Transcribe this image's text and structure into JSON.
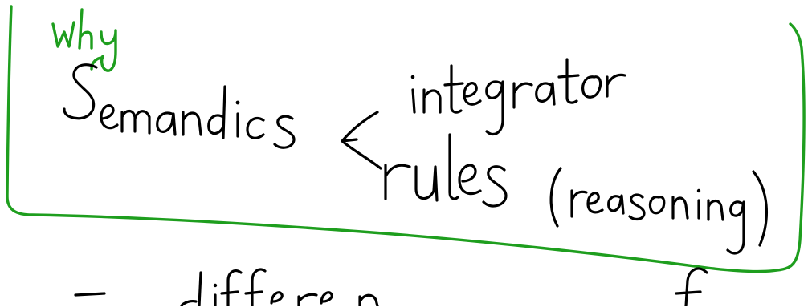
{
  "notes": {
    "annotation_word": "Why",
    "main_word": "Semantics",
    "upper_branch": "integrator",
    "lower_branch": "rules",
    "parenthetical": "(reasoning)",
    "partial_line": "- differen... f..."
  },
  "colors": {
    "ink": "#000000",
    "highlight": "#1e9e1e",
    "background": "#ffffff"
  }
}
